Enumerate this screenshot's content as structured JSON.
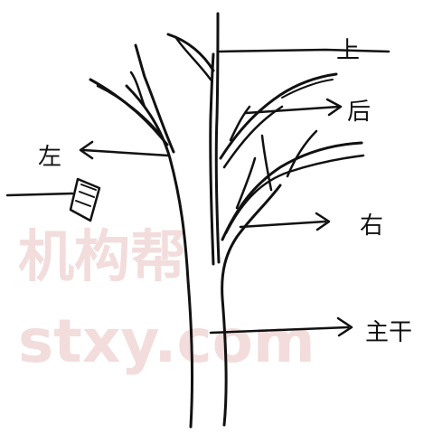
{
  "labels": {
    "up": "上",
    "back": "后",
    "left": "左",
    "right": "右",
    "trunk": "主干"
  },
  "watermark": {
    "line1": "机构帮",
    "line2": "stxy.com"
  },
  "colors": {
    "ink": "#111111",
    "watermark": "#f1d9d9",
    "background": "#ffffff"
  }
}
